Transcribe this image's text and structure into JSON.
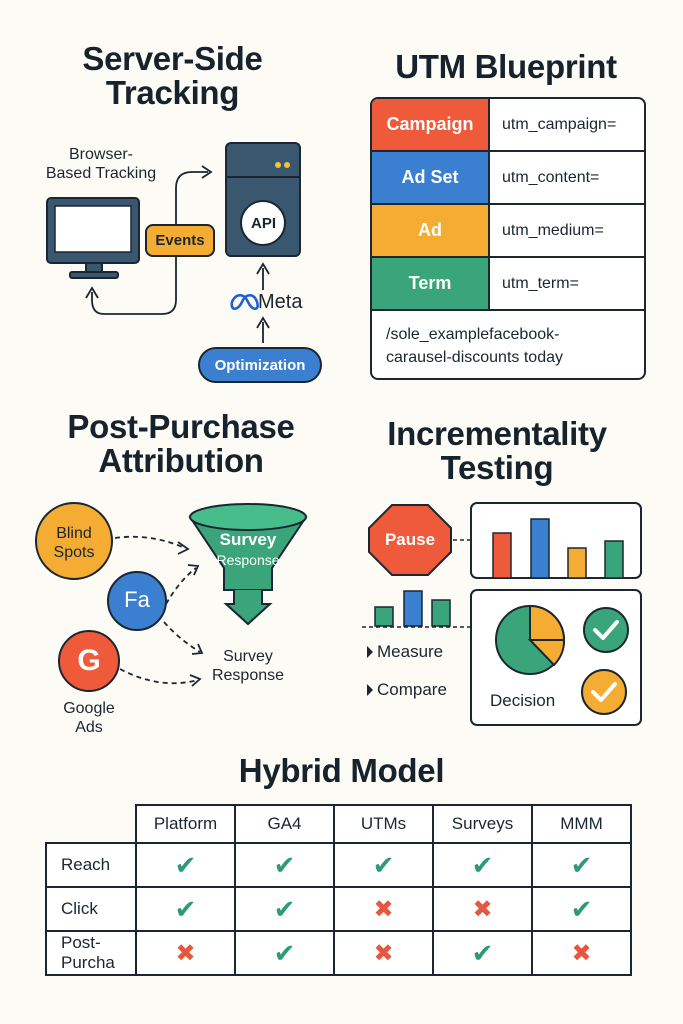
{
  "server": {
    "title": "Server-Side\nTracking",
    "browser_label": "Browser-\nBased Tracking",
    "events": "Events",
    "api": "API",
    "meta": "Meta",
    "optimization": "Optimization"
  },
  "utm": {
    "title": "UTM Blueprint",
    "rows": [
      {
        "key": "Campaign",
        "value": "utm_campaign=",
        "color": "#ee5a3a"
      },
      {
        "key": "Ad Set",
        "value": "utm_content=",
        "color": "#3b7fd1"
      },
      {
        "key": "Ad",
        "value": "utm_medium=",
        "color": "#f5ac33"
      },
      {
        "key": "Term",
        "value": "utm_term=",
        "color": "#3aa57a"
      }
    ],
    "url": "/sole_examplefacebook-\ncarausel-discounts today"
  },
  "post_purchase": {
    "title": "Post-Purchase\nAttribution",
    "blind_spots": "Blind\nSpots",
    "fa": "Fa",
    "g": "G",
    "google_ads": "Google\nAds",
    "funnel_text": "Survey",
    "funnel_sub": "Response",
    "survey_response": "Survey\nResponse"
  },
  "incrementality": {
    "title": "Incrementality\nTesting",
    "pause": "Pause",
    "measure": "Measure",
    "compare": "Compare",
    "decision": "Decision"
  },
  "hybrid": {
    "title": "Hybrid Model",
    "columns": [
      "Platform",
      "GA4",
      "UTMs",
      "Surveys",
      "MMM"
    ],
    "rows": [
      {
        "label": "Reach",
        "marks": [
          "check",
          "check",
          "check",
          "check",
          "check"
        ]
      },
      {
        "label": "Click",
        "marks": [
          "check",
          "check",
          "cross",
          "cross",
          "check"
        ]
      },
      {
        "label": "Post-\nPurcha",
        "marks": [
          "cross",
          "check",
          "cross",
          "check",
          "cross"
        ]
      }
    ]
  },
  "colors": {
    "green": "#3aa57a",
    "orange": "#f5ac33",
    "blue": "#3b7fd1",
    "red": "#ee5a3a",
    "navy": "#3a5770"
  }
}
